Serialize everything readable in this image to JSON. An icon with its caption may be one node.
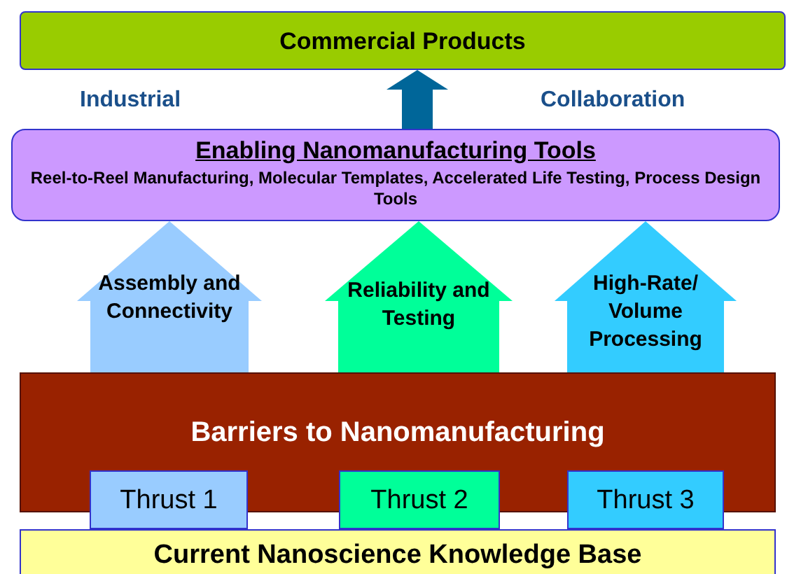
{
  "diagram": {
    "nodes": [
      {
        "text": [
          "Commercial Products"
        ]
      },
      {
        "text": [
          "Enabling Nanomanufacturing Tools",
          "Reel-to-Reel Manufacturing, Molecular Templates, Accelerated Life Testing,  Process Design Tools"
        ]
      },
      {
        "text": [
          "Barriers to Nanomanufacturing"
        ]
      },
      {
        "text": [
          "Thrust 1"
        ]
      },
      {
        "text": [
          "Thrust 2"
        ]
      },
      {
        "text": [
          "Thrust 3"
        ]
      },
      {
        "text": [
          "Current Nanoscience Knowledge Base"
        ]
      }
    ],
    "edges": [
      {
        "from": 1,
        "to": 0,
        "arrow": "to",
        "color": "#006699"
      },
      {
        "from": 2,
        "to": 1,
        "arrow": "to",
        "label": "Assembly and Connectivity",
        "color": "#99ccff"
      },
      {
        "from": 2,
        "to": 1,
        "arrow": "to",
        "label": "Reliability and Testing",
        "color": "#00ff99"
      },
      {
        "from": 2,
        "to": 1,
        "arrow": "to",
        "label": "High-Rate/ Volume Processing",
        "color": "#33ccff"
      }
    ],
    "labels": [
      "Industrial",
      "Collaboration"
    ]
  }
}
